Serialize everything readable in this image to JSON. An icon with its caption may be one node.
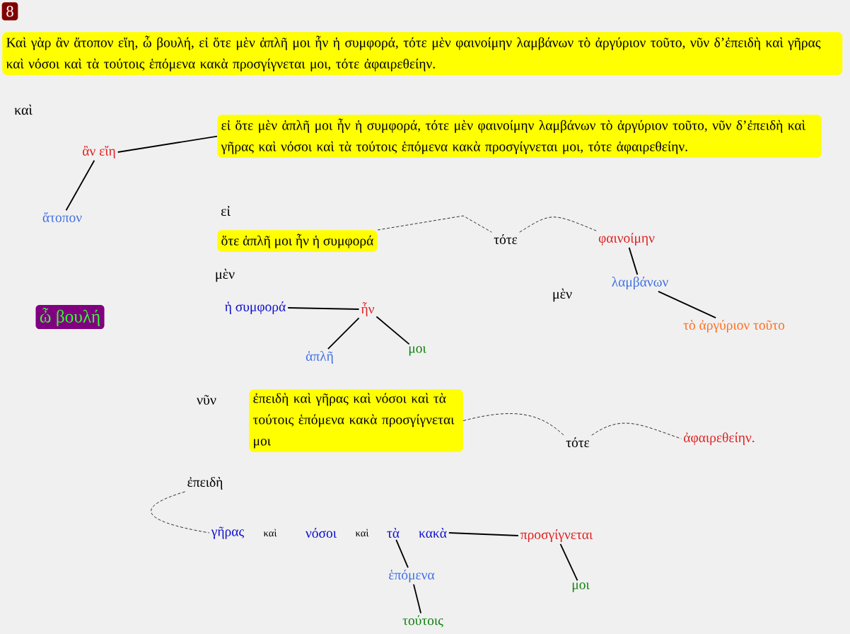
{
  "diagram": {
    "nodes": [
      {
        "text": [
          "8"
        ]
      },
      {
        "text": [
          "Καὶ γὰρ ἂν ἄτοπον εἴη, ὦ βουλή, εἰ ὅτε μὲν ἁπλῆ μοι  ἦν ἡ συμφορά, τότε μὲν φαινοίμην λαμβάνων τὸ ἀργύριον τοῦτο, νῦν δ’ἐπειδὴ καὶ γῆρας καὶ νόσοι καὶ τὰ τούτοις ἑπόμενα κακὰ προσγίγνεται μοι, τότε ἀφαιρεθείην."
        ]
      },
      {
        "text": [
          "ἂν εἴη"
        ]
      },
      {
        "text": [
          "ἄτοπον"
        ]
      },
      {
        "text": [
          "εἰ ὅτε μὲν ἁπλῆ μοι  ἦν ἡ συμφορά, τότε μὲν φαινοίμην λαμβάνων τὸ ἀργύριον τοῦτο, νῦν δ’ἐπειδὴ καὶ γῆρας καὶ νόσοι καὶ τὰ τούτοις ἑπόμενα κακὰ προσγίγνεται μοι, τότε ἀφαιρεθείην."
        ]
      },
      {
        "text": [
          "ὅτε  ἁπλῆ μοι  ἦν ἡ συμφορά"
        ]
      },
      {
        "text": [
          "τότε"
        ]
      },
      {
        "text": [
          "φαινοίμην"
        ]
      },
      {
        "text": [
          "λαμβάνων"
        ]
      },
      {
        "text": [
          "τὸ ἀργύριον τοῦτο"
        ]
      },
      {
        "text": [
          "ἡ συμφορά"
        ]
      },
      {
        "text": [
          "ἦν"
        ]
      },
      {
        "text": [
          "ἁπλῆ"
        ]
      },
      {
        "text": [
          "μοι"
        ]
      },
      {
        "text": [
          "ὦ βουλή"
        ]
      },
      {
        "text": [
          "ἐπειδὴ καὶ γῆρας καὶ νόσοι καὶ τὰ τούτοις ἑπόμενα κακὰ προσγίγνεται μοι"
        ]
      },
      {
        "text": [
          "τότε"
        ]
      },
      {
        "text": [
          "ἀφαιρεθείην."
        ]
      },
      {
        "text": [
          "ἐπειδὴ"
        ]
      },
      {
        "text": [
          "γῆρας"
        ]
      },
      {
        "text": [
          "νόσοι"
        ]
      },
      {
        "text": [
          "τὰ"
        ]
      },
      {
        "text": [
          "κακὰ"
        ]
      },
      {
        "text": [
          "προσγίγνεται"
        ]
      },
      {
        "text": [
          "ἑπόμενα"
        ]
      },
      {
        "text": [
          "τούτοις"
        ]
      },
      {
        "text": [
          "μοι"
        ]
      }
    ],
    "edges": [
      {
        "from": 2,
        "to": 4,
        "arrow": "none"
      },
      {
        "from": 2,
        "to": 3,
        "arrow": "none"
      },
      {
        "from": 5,
        "to": 6,
        "arrow": "none",
        "style": "dashed"
      },
      {
        "from": 6,
        "to": 7,
        "arrow": "none",
        "style": "dashed"
      },
      {
        "from": 7,
        "to": 8,
        "arrow": "none"
      },
      {
        "from": 8,
        "to": 9,
        "arrow": "none"
      },
      {
        "from": 10,
        "to": 11,
        "arrow": "none"
      },
      {
        "from": 11,
        "to": 12,
        "arrow": "none"
      },
      {
        "from": 11,
        "to": 13,
        "arrow": "none"
      },
      {
        "from": 15,
        "to": 16,
        "arrow": "none",
        "style": "dashed"
      },
      {
        "from": 16,
        "to": 17,
        "arrow": "none",
        "style": "dashed"
      },
      {
        "from": 18,
        "to": 19,
        "arrow": "none",
        "style": "dashed"
      },
      {
        "from": 21,
        "to": 24,
        "arrow": "none"
      },
      {
        "from": 22,
        "to": 23,
        "arrow": "none"
      },
      {
        "from": 24,
        "to": 25,
        "arrow": "none"
      },
      {
        "from": 23,
        "to": 26,
        "arrow": "none"
      }
    ],
    "labels": [
      "καὶ",
      "εἰ",
      "μὲν",
      "μὲν",
      "νῦν",
      "καὶ",
      "καὶ"
    ]
  }
}
